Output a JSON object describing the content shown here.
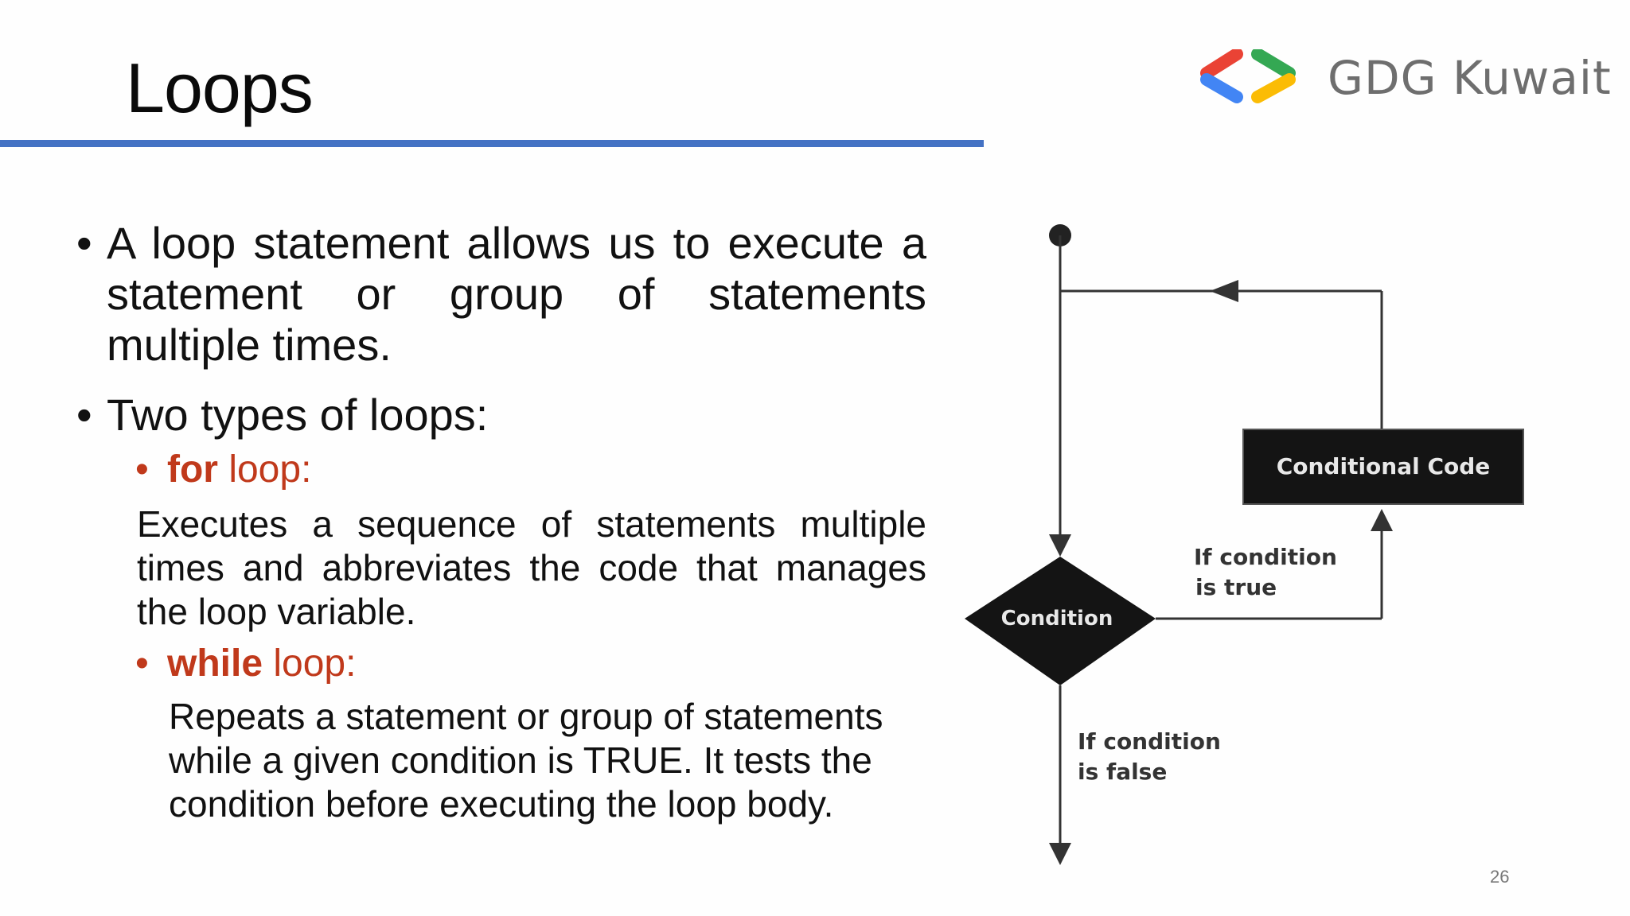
{
  "slide": {
    "title": "Loops",
    "logo_text": "GDG Kuwait",
    "page_number": "26",
    "accent_rule_color": "#4472c4",
    "keyword_color": "#c0391b"
  },
  "content": {
    "bullet1": "A loop statement allows us to execute a statement or group of statements multiple times.",
    "bullet2": "Two types of loops:",
    "for_keyword": "for",
    "for_rest": " loop:",
    "for_desc": "Executes a sequence of statements multiple times and abbreviates the code that manages the loop variable.",
    "while_keyword": "while",
    "while_rest": " loop:",
    "while_desc_lines": [
      "Repeats a statement or group of statements",
      "while a given condition is TRUE. It tests the",
      "condition before executing the loop body."
    ]
  },
  "flowchart": {
    "condition_label": "Condition",
    "code_label": "Conditional Code",
    "true_label_lines": [
      "If condition",
      "is true"
    ],
    "false_label_lines": [
      "If condition",
      "is false"
    ]
  }
}
